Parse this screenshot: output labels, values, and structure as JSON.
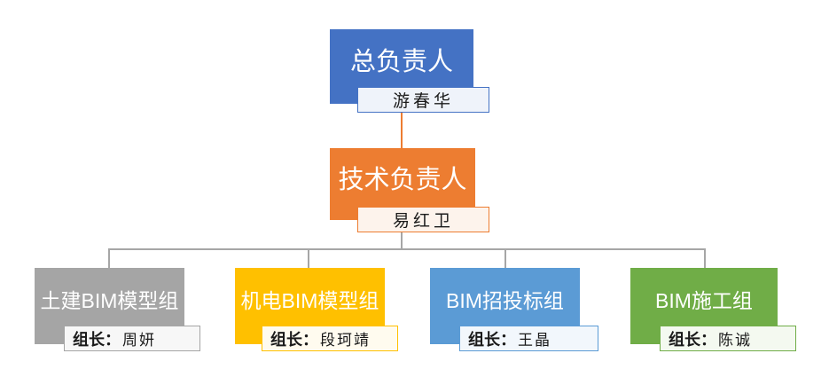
{
  "org_chart": {
    "root": {
      "title": "总负责人",
      "name": "游春华",
      "color": "#4472C4",
      "tint": "#EFF3FA"
    },
    "manager": {
      "title": "技术负责人",
      "name": "易红卫",
      "color": "#ED7D31",
      "tint": "#FDF3EC"
    },
    "groups": [
      {
        "title": "土建BIM模型组",
        "leader_label": "组长：",
        "leader_name": "周妍",
        "color": "#A5A5A5",
        "tint": "#F7F7F7"
      },
      {
        "title": "机电BIM模型组",
        "leader_label": "组长：",
        "leader_name": "段珂靖",
        "color": "#FFC000",
        "tint": "#FFFBEF"
      },
      {
        "title": "BIM招投标组",
        "leader_label": "组长：",
        "leader_name": "王晶",
        "color": "#5B9BD5",
        "tint": "#F2F7FC"
      },
      {
        "title": "BIM施工组",
        "leader_label": "组长：",
        "leader_name": "陈诚",
        "color": "#70AD47",
        "tint": "#F4F9F0"
      }
    ],
    "connector_colors": {
      "root_to_manager": "#ED7D31",
      "manager_to_groups": "#A6A6A6"
    },
    "title_text_color": "#FFFFFF",
    "name_text_color": "#1A1A1A"
  }
}
